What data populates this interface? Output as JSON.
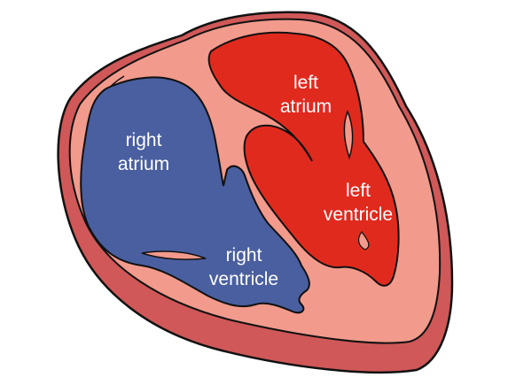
{
  "chambers": {
    "right_atrium": {
      "line1": "right",
      "line2": "atrium",
      "color": "#4a5fa0"
    },
    "right_ventricle": {
      "line1": "right",
      "line2": "ventricle",
      "color": "#4a5fa0"
    },
    "left_atrium": {
      "line1": "left",
      "line2": "atrium",
      "color": "#e12a1e"
    },
    "left_ventricle": {
      "line1": "left",
      "line2": "ventricle",
      "color": "#e12a1e"
    }
  },
  "colors": {
    "muscle_wall": "#f29a8c",
    "outer_rim": "#d05858",
    "outline": "#111111"
  }
}
